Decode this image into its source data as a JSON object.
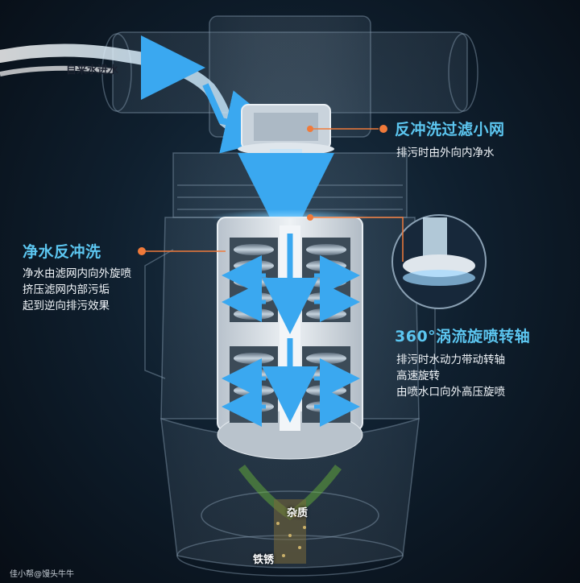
{
  "labels": {
    "water_inlet": "自来水进水",
    "backwash_filter": {
      "title": "反冲洗过滤小网",
      "lines": [
        "排污时由外向内净水"
      ]
    },
    "clean_backwash": {
      "title": "净水反冲洗",
      "lines": [
        "净水由滤网内向外旋喷",
        "挤压滤网内部污垢",
        "起到逆向排污效果"
      ]
    },
    "vortex_shaft": {
      "title": "360°涡流旋喷转轴",
      "lines": [
        "排污时水动力带动转轴",
        "高速旋转",
        "由喷水口向外高压旋喷"
      ]
    },
    "impurities": "杂质",
    "rust": "铁锈",
    "credit": "佳小帮@馒头牛牛"
  },
  "colors": {
    "heading": "#5cc6f0",
    "callout_dot": "#f07a3a",
    "flow_arrow": "#3aa8f0",
    "debris": "#7a6a3a"
  }
}
